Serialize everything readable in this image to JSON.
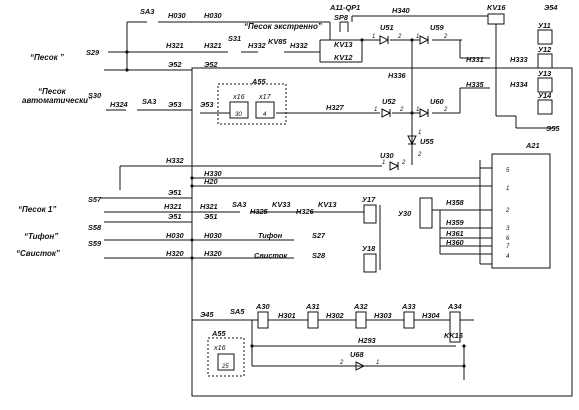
{
  "captions": {
    "pesok": "“Песок ”",
    "pesok_auto_1": "“Песок",
    "pesok_auto_2": "автоматически”",
    "pesok_ekstr": "“Песок экстренно”",
    "pesok1": "“Песок 1”",
    "tifon_cap": "“Тифон”",
    "svistok_cap": "“Свисток”"
  },
  "switches": {
    "s29": "S29",
    "s30": "S30",
    "s31": "S31",
    "s57": "S57",
    "s58": "S58",
    "s59": "S59",
    "s27": "S27",
    "s28": "S28",
    "sp8": "SP8",
    "sa3_top": "SA3",
    "sa3_mid": "SA3",
    "sa3_lower": "SA3",
    "sa5": "SA5",
    "kv85": "KV85",
    "kv13_a": "KV13",
    "kv12": "KV12",
    "kv33": "KV33",
    "kv13_b": "KV13",
    "kv16": "KV16",
    "kk15": "KK15",
    "a11qp1": "A11-QP1"
  },
  "wires": {
    "h030_a": "Н030",
    "h030_b": "Н030",
    "h030_c": "Н030",
    "h030_d": "Н030",
    "h321_a": "Н321",
    "h321_b": "Н321",
    "h321_c": "Н321",
    "h321_d": "Н321",
    "h332_a": "Н332",
    "h332_b": "Н332",
    "h332_c": "Н332",
    "e52_a": "Э52",
    "e52_b": "Э52",
    "h324": "Н324",
    "e53_a": "Э53",
    "e53_b": "Э53",
    "h327": "Н327",
    "h340": "Н340",
    "h336": "Н336",
    "h331": "Н331",
    "h333": "Н333",
    "h335": "Н335",
    "h334": "Н334",
    "e54": "Э54",
    "e55": "Э55",
    "h330": "Н330",
    "h20": "Н20",
    "e51_a": "Э51",
    "e51_b": "Э51",
    "e51_c": "Э51",
    "h325": "Н325",
    "h326": "Н326",
    "h358": "Н358",
    "h359": "Н359",
    "h361": "Н361",
    "h360": "Н360",
    "h320_a": "Н320",
    "h320_b": "Н320",
    "e45": "Э45",
    "h301": "Н301",
    "h302": "Н302",
    "h303": "Н303",
    "h304": "Н304",
    "h293": "Н293"
  },
  "devices": {
    "a55_a": "A55",
    "a55_b": "A55",
    "x16_a": "x16",
    "x17": "x17",
    "x16_b": "x16",
    "pin30": "30",
    "pin4": "4",
    "pin25": "25",
    "u51": "U51",
    "u52": "U52",
    "u59": "U59",
    "u60": "U60",
    "u30": "U30",
    "u55": "U55",
    "u68": "U68",
    "y11": "У11",
    "y12": "У12",
    "y13": "У13",
    "y14": "У14",
    "y17": "У17",
    "y18": "У18",
    "y30": "У30",
    "a21": "A21",
    "a30": "A30",
    "a31": "A31",
    "a32": "A32",
    "a33": "A33",
    "a34": "A34",
    "tifon": "Тифон",
    "svistok": "Свисток"
  },
  "a21_pins": [
    "5",
    "1",
    "2",
    "3",
    "6",
    "7",
    "4"
  ],
  "diode_pins": {
    "u51_1": "1",
    "u51_2": "2",
    "u59_1": "1",
    "u59_2": "2",
    "u52_1": "1",
    "u52_2": "2",
    "u60_1": "1",
    "u60_2": "2",
    "u55_1": "1",
    "u55_2": "2",
    "u30_1": "1",
    "u30_2": "2",
    "u68_2": "2",
    "u68_1": "1"
  }
}
